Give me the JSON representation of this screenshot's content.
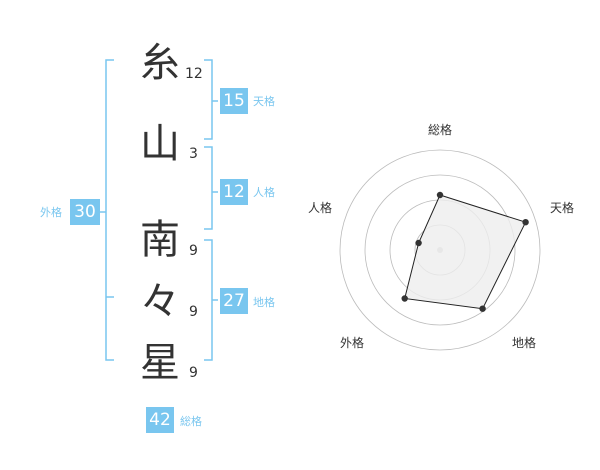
{
  "name_chars": [
    {
      "char": "糸",
      "strokes": "12"
    },
    {
      "char": "山",
      "strokes": "3"
    },
    {
      "char": "南",
      "strokes": "9"
    },
    {
      "char": "々",
      "strokes": "9"
    },
    {
      "char": "星",
      "strokes": "9"
    }
  ],
  "scores": {
    "tenkaku": {
      "value": "15",
      "label": "天格"
    },
    "jinkaku": {
      "value": "12",
      "label": "人格"
    },
    "chikaku": {
      "value": "27",
      "label": "地格"
    },
    "gaikaku": {
      "value": "30",
      "label": "外格"
    },
    "soukaku": {
      "value": "42",
      "label": "総格"
    }
  },
  "radar": {
    "labels": {
      "soukaku": "総格",
      "tenkaku": "天格",
      "chikaku": "地格",
      "gaikaku": "外格",
      "jinkaku": "人格"
    },
    "levels": 4,
    "values": {
      "soukaku": 2.2,
      "tenkaku": 3.6,
      "chikaku": 2.9,
      "gaikaku": 2.4,
      "jinkaku": 0.9
    }
  },
  "colors": {
    "accent": "#79c6ef",
    "text": "#333333",
    "ring": "#bbbbbb",
    "fill": "#eeeeee"
  }
}
